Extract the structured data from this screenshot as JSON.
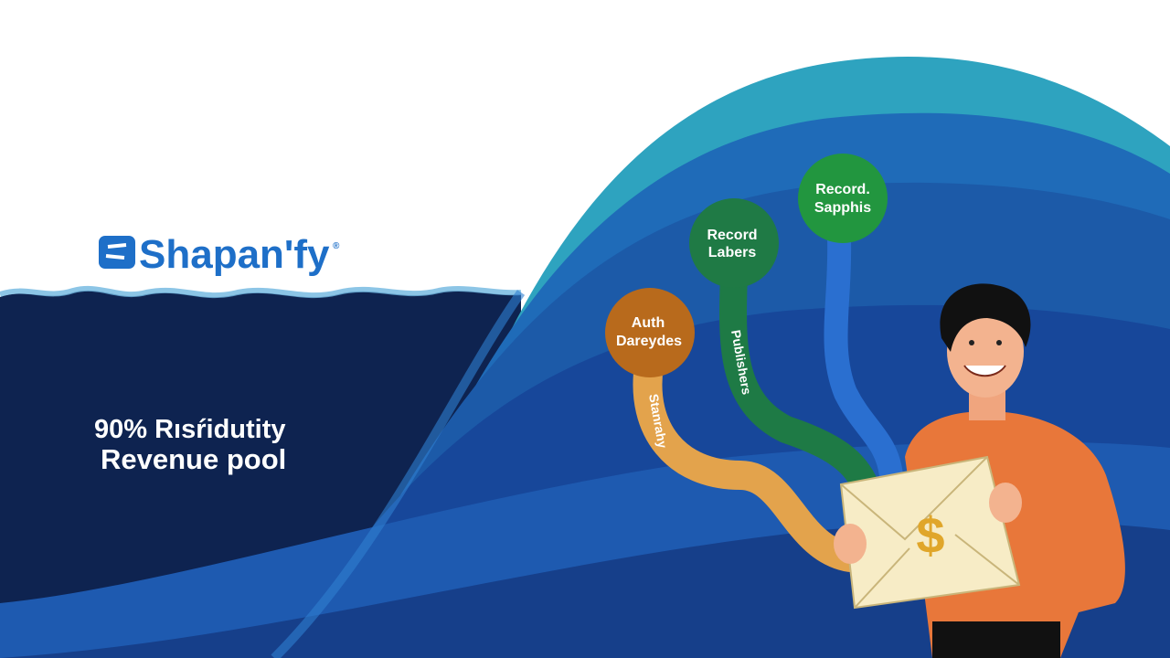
{
  "brand": {
    "name": "Shapan'fy",
    "registered": "®"
  },
  "headline": {
    "line1": "90% Rısŕidutity",
    "line2": "Revenue pool"
  },
  "nodes": [
    {
      "label_line1": "Auth",
      "label_line2": "Dareydes",
      "stream_label": "Stanrahy",
      "color": "#b86a1c"
    },
    {
      "label_line1": "Record",
      "label_line2": "Labers",
      "stream_label": "Publishers",
      "color": "#1f7a45"
    },
    {
      "label_line1": "Record.",
      "label_line2": "Sapphis",
      "stream_label": "",
      "color": "#22963f"
    }
  ],
  "envelope": {
    "symbol": "$"
  },
  "colors": {
    "navy": "#0e2350",
    "blue": "#1f5fb0",
    "teal": "#2ea3bf",
    "shirt": "#e8773a",
    "brand": "#1e6fc8"
  }
}
